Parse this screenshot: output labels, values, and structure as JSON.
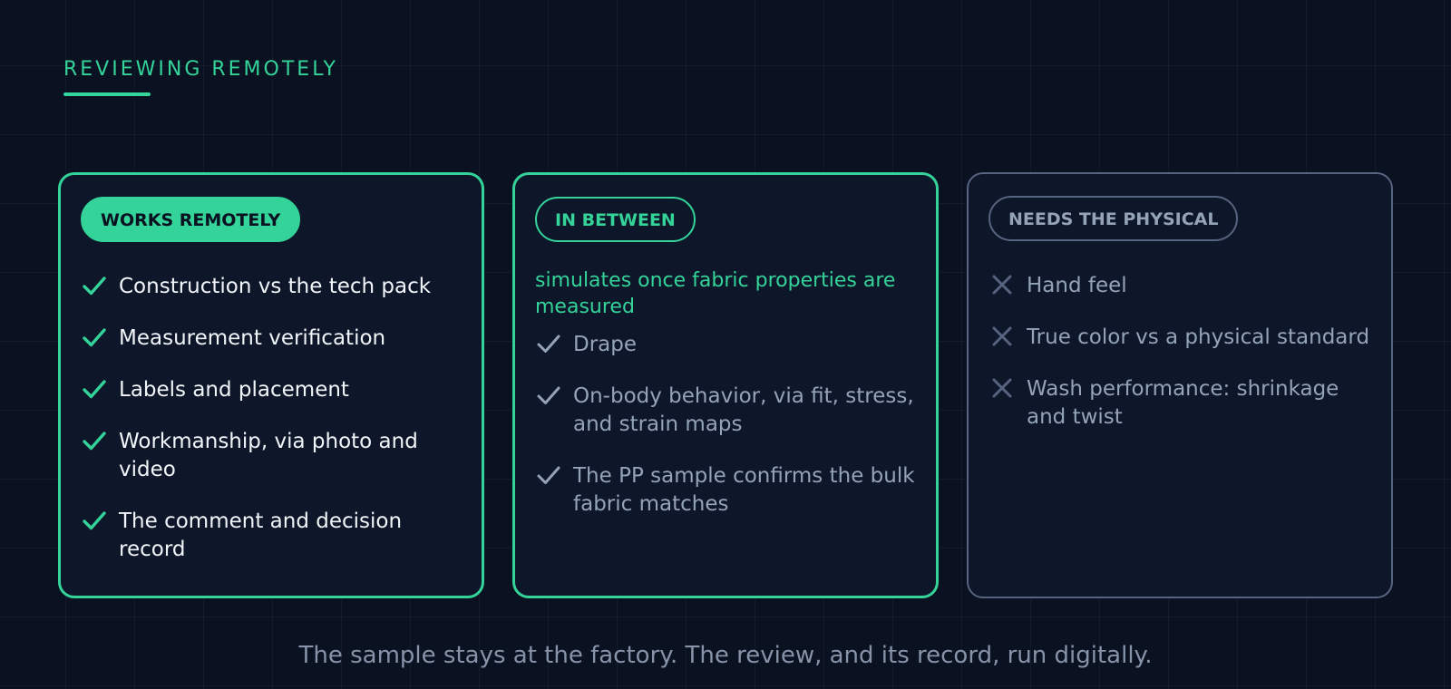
{
  "header": {
    "eyebrow": "REVIEWING REMOTELY"
  },
  "colors": {
    "accent": "#34d399",
    "muted": "#56647f",
    "background": "#0a1120",
    "card": "#0e1729"
  },
  "cards": [
    {
      "pill": "WORKS REMOTELY",
      "icon": "check-icon",
      "items": [
        "Construction vs the tech pack",
        "Measurement verification",
        "Labels and placement",
        "Workmanship, via photo and video",
        "The comment and decision record"
      ]
    },
    {
      "pill": "IN BETWEEN",
      "note": "simulates once fabric properties are measured",
      "icon": "check-icon",
      "items": [
        "Drape",
        "On-body behavior, via fit, stress, and strain maps",
        "The PP sample confirms the bulk fabric matches"
      ]
    },
    {
      "pill": "NEEDS THE PHYSICAL",
      "icon": "x-icon",
      "items": [
        "Hand feel",
        "True color vs a physical standard",
        "Wash performance: shrinkage and twist"
      ]
    }
  ],
  "footer": "The sample stays at the factory. The review, and its record, run digitally."
}
